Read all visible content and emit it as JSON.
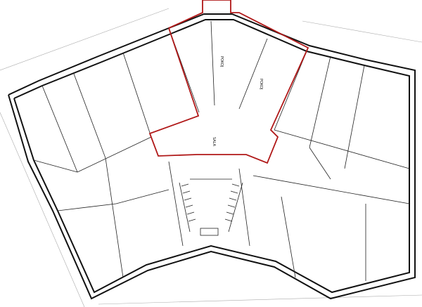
{
  "plan": {
    "labels": [
      "POKOJ",
      "POKOJ",
      "SALA"
    ],
    "colors": {
      "walls": "#111111",
      "highlight": "#b01818",
      "background": "#ffffff"
    }
  }
}
